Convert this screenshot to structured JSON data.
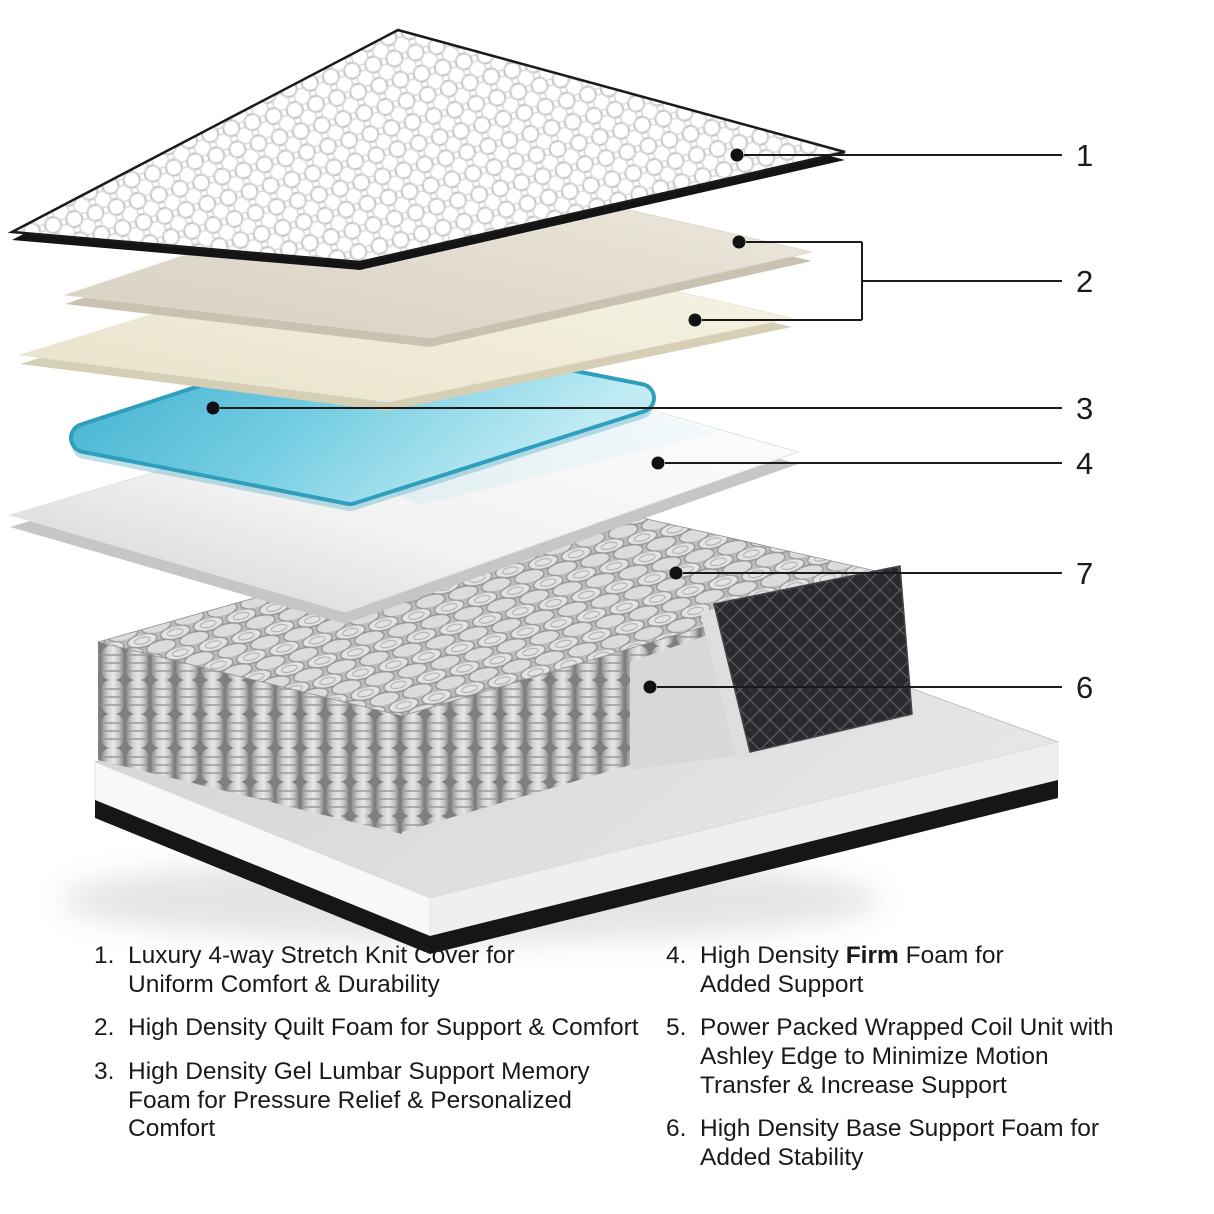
{
  "colors": {
    "gel_blue": "#4db9d6",
    "callout_black": "#1a1a1a",
    "background": "#ffffff"
  },
  "callouts": [
    {
      "label": "1"
    },
    {
      "label": "2"
    },
    {
      "label": "3"
    },
    {
      "label": "4"
    },
    {
      "label": "7"
    },
    {
      "label": "6"
    }
  ],
  "legend": {
    "left": [
      {
        "num": "1.",
        "lines": [
          "Luxury 4-way Stretch Knit Cover for",
          "Uniform Comfort & Durability"
        ]
      },
      {
        "num": "2.",
        "lines": [
          "High Density Quilt Foam for Support & Comfort"
        ]
      },
      {
        "num": "3.",
        "lines": [
          "High Density Gel Lumbar Support Memory",
          "Foam for Pressure Relief & Personalized Comfort"
        ]
      }
    ],
    "right": [
      {
        "num": "4.",
        "line1_pre": "High Density ",
        "line1_bold": "Firm",
        "line1_post": " Foam for",
        "lines": [
          "Added Support"
        ]
      },
      {
        "num": "5.",
        "lines": [
          "Power Packed Wrapped Coil Unit with",
          "Ashley Edge to Minimize Motion",
          "Transfer & Increase Support"
        ]
      },
      {
        "num": "6.",
        "lines": [
          "High Density Base Support Foam for",
          "Added Stability"
        ]
      }
    ]
  }
}
